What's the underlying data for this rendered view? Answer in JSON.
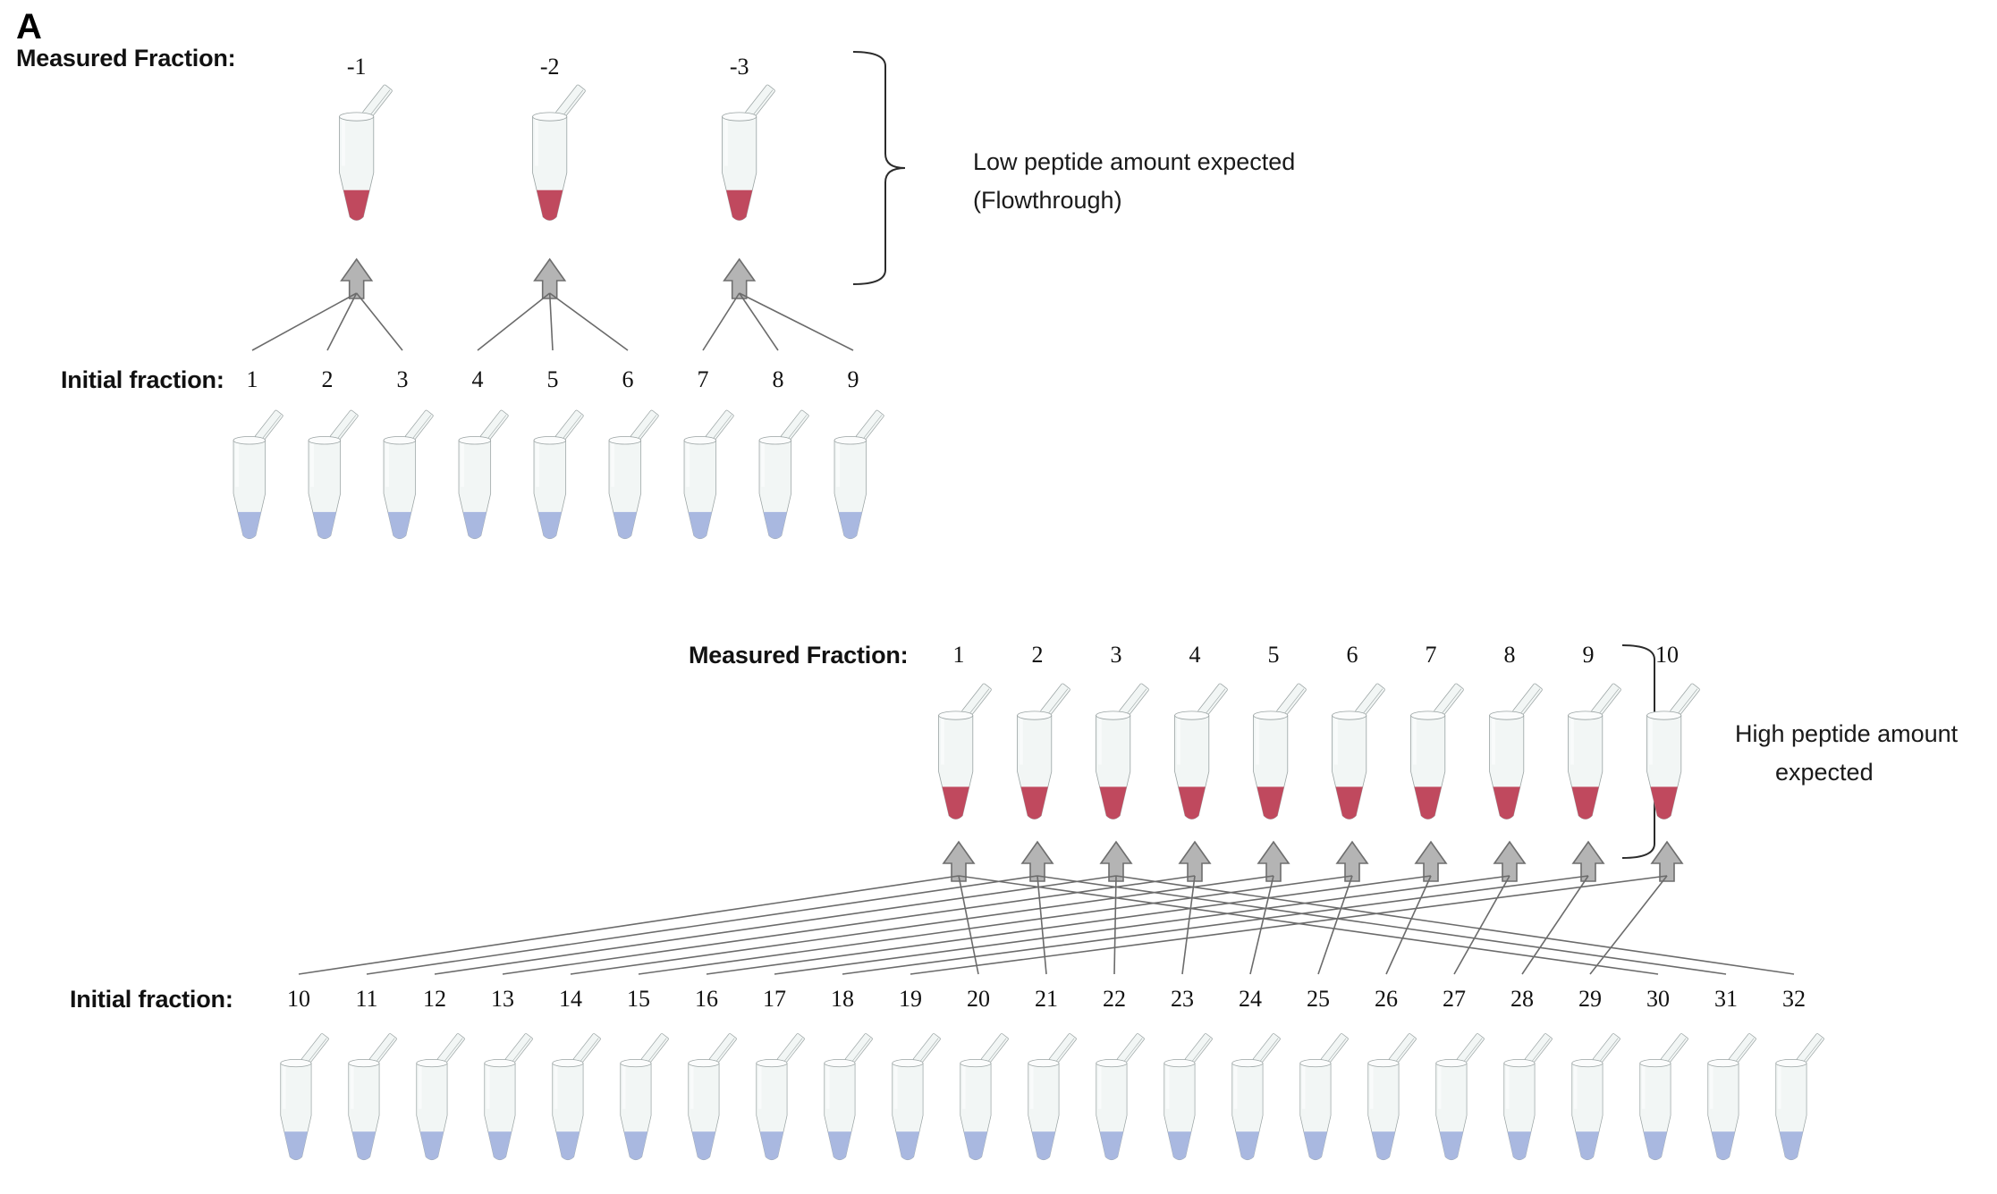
{
  "figure": {
    "panel_letter": "A",
    "colors": {
      "tube_body": "#f2f6f5",
      "tube_outline": "#9aa3a3",
      "red_fill": "#c0495e",
      "blue_fill": "#a9b8e0",
      "arrow_fill": "#b4b4b4",
      "arrow_outline": "#6e6e6e",
      "line": "#6b6b6b",
      "bracket": "#2b2b2b",
      "text": "#111111"
    }
  },
  "section_top": {
    "measured_label": "Measured Fraction:",
    "measured_fractions": [
      "-1",
      "-2",
      "-3"
    ],
    "initial_label": "Initial fraction:",
    "initial_fractions": [
      "1",
      "2",
      "3",
      "4",
      "5",
      "6",
      "7",
      "8",
      "9"
    ],
    "callout_lines": [
      "Low peptide amount expected",
      "(Flowthrough)"
    ],
    "pooling": [
      {
        "target": "-1",
        "sources": [
          "1",
          "2",
          "3"
        ]
      },
      {
        "target": "-2",
        "sources": [
          "4",
          "5",
          "6"
        ]
      },
      {
        "target": "-3",
        "sources": [
          "7",
          "8",
          "9"
        ]
      }
    ]
  },
  "section_bottom": {
    "measured_label": "Measured Fraction:",
    "measured_fractions": [
      "1",
      "2",
      "3",
      "4",
      "5",
      "6",
      "7",
      "8",
      "9",
      "10"
    ],
    "initial_label": "Initial fraction:",
    "initial_fractions": [
      "10",
      "11",
      "12",
      "13",
      "14",
      "15",
      "16",
      "17",
      "18",
      "19",
      "20",
      "21",
      "22",
      "23",
      "24",
      "25",
      "26",
      "27",
      "28",
      "29",
      "30",
      "31",
      "32"
    ],
    "callout_lines": [
      "High peptide amount",
      "expected"
    ],
    "pooling": [
      {
        "target": "1",
        "sources": [
          "10",
          "20",
          "30"
        ]
      },
      {
        "target": "2",
        "sources": [
          "11",
          "21",
          "31"
        ]
      },
      {
        "target": "3",
        "sources": [
          "12",
          "22",
          "32"
        ]
      },
      {
        "target": "4",
        "sources": [
          "13",
          "23"
        ]
      },
      {
        "target": "5",
        "sources": [
          "14",
          "24"
        ]
      },
      {
        "target": "6",
        "sources": [
          "15",
          "25"
        ]
      },
      {
        "target": "7",
        "sources": [
          "16",
          "26"
        ]
      },
      {
        "target": "8",
        "sources": [
          "17",
          "27"
        ]
      },
      {
        "target": "9",
        "sources": [
          "18",
          "28"
        ]
      },
      {
        "target": "10",
        "sources": [
          "19",
          "29"
        ]
      }
    ]
  }
}
